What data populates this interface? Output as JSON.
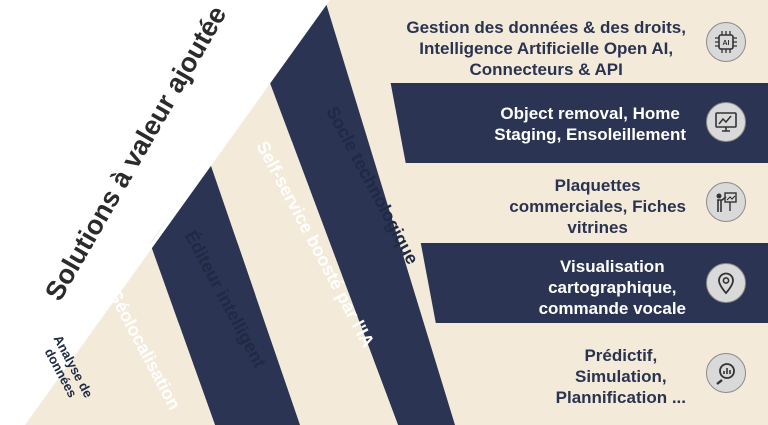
{
  "title": "Solutions à valeur ajoutée",
  "colors": {
    "cream": "#f3ead9",
    "navy": "#2b3452",
    "ink": "#2a3350"
  },
  "layers": [
    {
      "label": "Analyse de\ndonnées",
      "tone": "cream"
    },
    {
      "label": "Géolocalisation",
      "tone": "navy"
    },
    {
      "label": "Éditeur intelligent",
      "tone": "cream"
    },
    {
      "label": "Self-service boosté par l'IA",
      "tone": "navy"
    },
    {
      "label": "Socle technologique",
      "tone": "cream"
    }
  ],
  "rows": [
    {
      "text": "Gestion des données & des droits,\nIntelligence  Artificielle Open AI,\nConnecteurs & API",
      "tone": "cream",
      "icon": "ai-chip-icon"
    },
    {
      "text": "Object removal, Home\nStaging, Ensoleillement",
      "tone": "navy",
      "icon": "monitor-chart-icon"
    },
    {
      "text": "Plaquettes\ncommerciales, Fiches\nvitrines",
      "tone": "cream",
      "icon": "presenter-icon"
    },
    {
      "text": "Visualisation\ncartographique,\ncommande vocale",
      "tone": "navy",
      "icon": "location-pin-icon"
    },
    {
      "text": "Prédictif,\nSimulation,\nPlannification ...",
      "tone": "cream",
      "icon": "magnifier-chart-icon"
    }
  ]
}
